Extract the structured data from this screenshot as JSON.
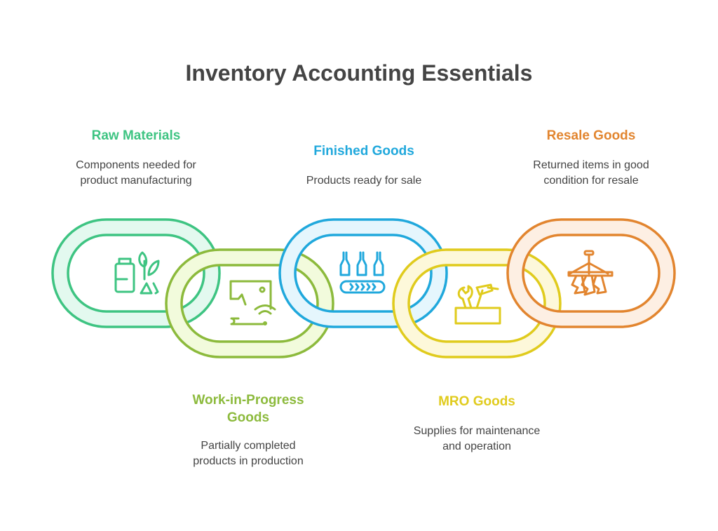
{
  "title": "Inventory Accounting Essentials",
  "items": [
    {
      "title": "Raw Materials",
      "desc_lines": [
        "Components needed for",
        "product manufacturing"
      ],
      "color": "#3ec482",
      "fill": "#e3f9ef",
      "icon": "raw-materials-icon"
    },
    {
      "title_lines": [
        "Work-in-Progress",
        "Goods"
      ],
      "desc_lines": [
        "Partially completed",
        "products in production"
      ],
      "color": "#8cba3c",
      "fill": "#f2fbdc",
      "icon": "sewing-machine-icon"
    },
    {
      "title": "Finished Goods",
      "desc_lines": [
        "Products ready for sale"
      ],
      "color": "#20a8dc",
      "fill": "#e5f6fd",
      "icon": "bottles-conveyor-icon"
    },
    {
      "title": "MRO Goods",
      "desc_lines": [
        "Supplies for maintenance",
        "and operation"
      ],
      "color": "#e0cb1d",
      "fill": "#fdf8da",
      "icon": "toolbox-icon"
    },
    {
      "title": "Resale Goods",
      "desc_lines": [
        "Returned items in good",
        "condition for resale"
      ],
      "color": "#e2852f",
      "fill": "#fdefe3",
      "icon": "clothes-rack-icon"
    }
  ]
}
